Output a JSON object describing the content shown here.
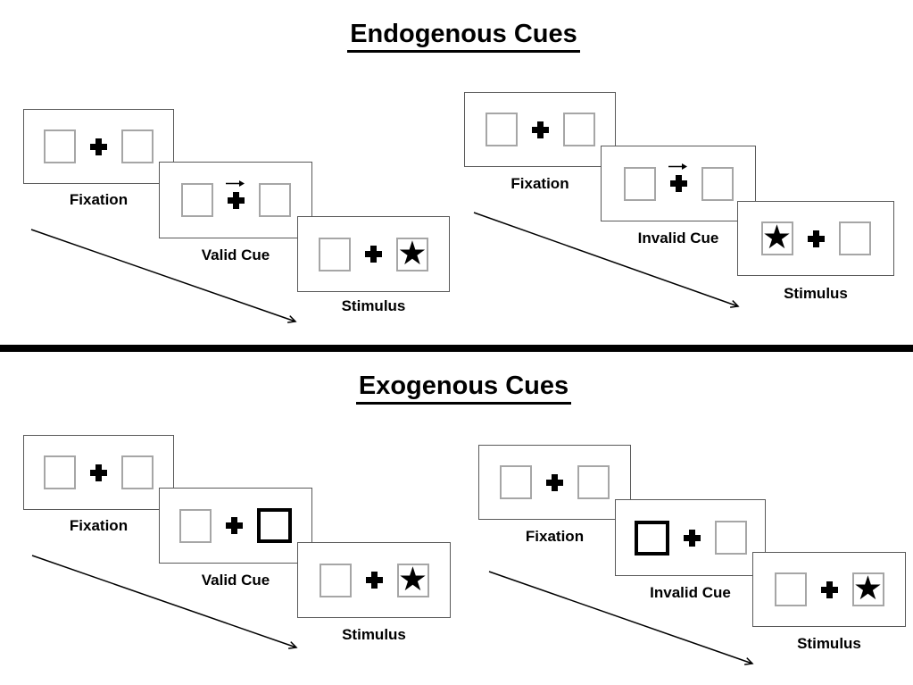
{
  "colors": {
    "background": "#ffffff",
    "panel_border": "#595959",
    "placeholder_square_border": "#a6a6a6",
    "cue_highlight_border": "#000000",
    "divider": "#000000",
    "text": "#000000"
  },
  "symbols": {
    "star": "★",
    "fixation_cross": "cross-icon",
    "cue_arrow": "right-arrow-icon",
    "time_arrow": "diagonal-down-right-arrow-icon"
  },
  "sections": [
    {
      "title": "Endogenous Cues",
      "groups": [
        {
          "name": "valid-cue-sequence",
          "cue_type": "central-arrow-right",
          "stimulus_star_side": "right",
          "panels": [
            {
              "label": "Fixation"
            },
            {
              "label": "Valid Cue"
            },
            {
              "label": "Stimulus"
            }
          ]
        },
        {
          "name": "invalid-cue-sequence",
          "cue_type": "central-arrow-right",
          "stimulus_star_side": "left",
          "panels": [
            {
              "label": "Fixation"
            },
            {
              "label": "Invalid Cue"
            },
            {
              "label": "Stimulus"
            }
          ]
        }
      ]
    },
    {
      "title": "Exogenous Cues",
      "groups": [
        {
          "name": "valid-cue-sequence",
          "cue_type": "peripheral-box-right",
          "stimulus_star_side": "right",
          "panels": [
            {
              "label": "Fixation"
            },
            {
              "label": "Valid Cue"
            },
            {
              "label": "Stimulus"
            }
          ]
        },
        {
          "name": "invalid-cue-sequence",
          "cue_type": "peripheral-box-left",
          "stimulus_star_side": "right",
          "panels": [
            {
              "label": "Fixation"
            },
            {
              "label": "Invalid Cue"
            },
            {
              "label": "Stimulus"
            }
          ]
        }
      ]
    }
  ]
}
